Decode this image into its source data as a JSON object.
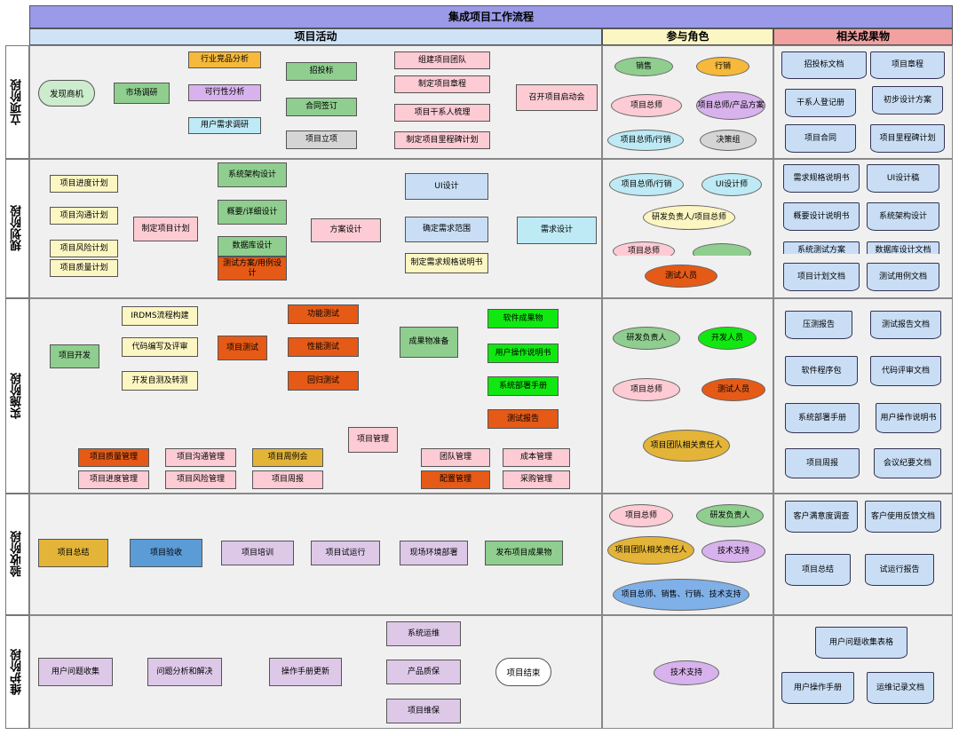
{
  "title": "集成项目工作流程",
  "columns": {
    "activities": "项目活动",
    "roles": "参与角色",
    "outputs": "相关成果物"
  },
  "phases": [
    "立项阶段",
    "规划阶段",
    "实施阶段",
    "验收阶段",
    "维护阶段"
  ],
  "colors": {
    "title": "#9a9ae8",
    "activities": "#cfe3f7",
    "roles": "#fbf6c3",
    "outputs": "#f3a0a0",
    "green": "#8fce8f",
    "orange": "#f6b93b",
    "purple": "#d8b2ec",
    "cyan": "#bdeaf5",
    "pink": "#fccbd4",
    "yellow": "#fcf6c2",
    "red": "#e55a16",
    "brightgreen": "#11e811",
    "blue": "#5b9bd6",
    "gold": "#e3b437",
    "lavender": "#ddc8e8",
    "gray": "#d5d5d5"
  },
  "p1": {
    "start": "发现商机",
    "market": "市场调研",
    "industry": "行业竞品分析",
    "feasibility": "可行性分析",
    "needs": "用户需求调研",
    "bid": "招投标",
    "contract": "合同签订",
    "initiate": "项目立项",
    "team": "组建项目团队",
    "charter": "制定项目章程",
    "stakeholder": "项目干系人梳理",
    "milestone": "制定项目里程碑计划",
    "kickoff": "召开项目启动会",
    "roles": [
      "销售",
      "行销",
      "项目总师",
      "项目总师/产品方案",
      "项目总师/行销",
      "决策组"
    ],
    "outputs": [
      "招投标文档",
      "项目章程",
      "干系人登记册",
      "初步设计方案",
      "项目合同",
      "项目里程碑计划"
    ]
  },
  "p2": {
    "progress": "项目进度计划",
    "comm": "项目沟通计划",
    "risk": "项目风险计划",
    "quality": "项目质量计划",
    "plan": "制定项目计划",
    "arch": "系统架构设计",
    "detail": "概要/详细设计",
    "db": "数据库设计",
    "test": "测试方案/用例设计",
    "solution": "方案设计",
    "ui": "UI设计",
    "scope": "确定需求范围",
    "spec": "制定需求规格说明书",
    "req": "需求设计",
    "roles": [
      "项目总师/行销",
      "UI设计师",
      "研发负责人/项目总师",
      "项目总师",
      "",
      "测试人员"
    ],
    "outputs": [
      "需求规格说明书",
      "UI设计稿",
      "概要设计说明书",
      "系统架构设计",
      "系统测试方案",
      "数据库设计文档",
      "项目计划文档",
      "测试用例文档"
    ]
  },
  "p3": {
    "irdms": "IRDMS流程构建",
    "code": "代码编写及评审",
    "selftest": "开发自测及转测",
    "dev": "项目开发",
    "test": "项目测试",
    "func": "功能测试",
    "perf": "性能测试",
    "regr": "回归测试",
    "prep": "成果物准备",
    "software": "软件成果物",
    "manual": "用户操作说明书",
    "deploy": "系统部署手册",
    "report": "测试报告",
    "mgmt": "项目管理",
    "qmgmt": "项目质量管理",
    "cmgmt": "项目沟通管理",
    "weekly": "项目周例会",
    "teammgmt": "团队管理",
    "cost": "成本管理",
    "pmgmt": "项目进度管理",
    "rmgmt": "项目风险管理",
    "wreport": "项目周报",
    "config": "配置管理",
    "purchase": "采购管理",
    "roles": [
      "研发负责人",
      "开发人员",
      "项目总师",
      "测试人员",
      "项目团队相关责任人"
    ],
    "outputs": [
      "压测报告",
      "测试报告文档",
      "软件程序包",
      "代码评审文档",
      "系统部署手册",
      "用户操作说明书",
      "项目周报",
      "会议纪要文档"
    ]
  },
  "p4": {
    "summary": "项目总结",
    "accept": "项目验收",
    "train": "项目培训",
    "trial": "项目试运行",
    "env": "现场环境部署",
    "release": "发布项目成果物",
    "roles": [
      "项目总师",
      "研发负责人",
      "项目团队相关责任人",
      "技术支持",
      "项目总师、销售、行销、技术支持"
    ],
    "outputs": [
      "客户满意度调查",
      "客户使用反馈文档",
      "项目总结",
      "试运行报告"
    ]
  },
  "p5": {
    "collect": "用户问题收集",
    "analyze": "问题分析和解决",
    "update": "操作手册更新",
    "ops": "系统运维",
    "warranty": "产品质保",
    "maint": "项目维保",
    "end": "项目结束",
    "roles": [
      "技术支持"
    ],
    "outputs": [
      "用户问题收集表格",
      "用户操作手册",
      "运维记录文档"
    ]
  }
}
